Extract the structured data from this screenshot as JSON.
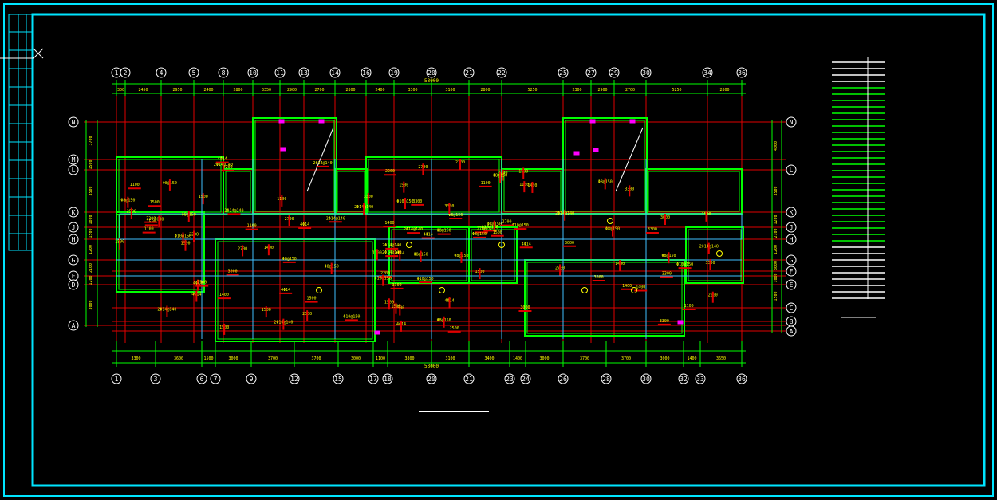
{
  "colors": {
    "background": "#000000",
    "frame": "#00e5ff",
    "grid_red": "#e00000",
    "wall_green": "#00ff00",
    "dim_green": "#00ff00",
    "label_yellow": "#ffff00",
    "white": "#ffffff",
    "magenta": "#ff00ff",
    "beam_cyan": "#40c0ff"
  },
  "top_axes": [
    "1",
    "2",
    "4",
    "5",
    "8",
    "10",
    "11",
    "13",
    "14",
    "16",
    "19",
    "20",
    "21",
    "22",
    "25",
    "27",
    "29",
    "30",
    "34",
    "36"
  ],
  "bottom_axes": [
    "1",
    "3",
    "6",
    "7",
    "9",
    "12",
    "15",
    "17",
    "18",
    "20",
    "21",
    "23",
    "24",
    "26",
    "28",
    "30",
    "32",
    "33",
    "36"
  ],
  "left_axes": [
    "N",
    "M",
    "L",
    "K",
    "J",
    "H",
    "G",
    "F",
    "D",
    "A"
  ],
  "right_axes": [
    "N",
    "L",
    "K",
    "J",
    "H",
    "G",
    "F",
    "E",
    "C",
    "B",
    "A"
  ],
  "top_dims": [
    "300",
    "2450",
    "2950",
    "2400",
    "2800",
    "3350",
    "2900",
    "2700",
    "2800",
    "2400",
    "3300",
    "3100",
    "2800",
    "5250",
    "2300",
    "2900",
    "2700",
    "5250",
    "2800"
  ],
  "bottom_dims": [
    "3300",
    "3600",
    "1500",
    "3000",
    "3700",
    "3700",
    "3000",
    "1100",
    "3800",
    "3100",
    "3400",
    "1400",
    "3000",
    "3700",
    "3700",
    "3000",
    "1400",
    "3650"
  ],
  "total_dim_top": "53000",
  "total_dim_bottom": "53000",
  "left_dims": [
    "3700",
    "1500",
    "3500",
    "1800",
    "1500",
    "1200",
    "2100",
    "1200",
    "3000"
  ],
  "right_dims": [
    "4000",
    "3500",
    "1200",
    "2100",
    "1200",
    "3000",
    "1000",
    "1500"
  ],
  "annotations": [
    "2Φ14@140",
    "Φ8@150",
    "3000",
    "2700",
    "3300",
    "1500",
    "1400",
    "2500",
    "1100",
    "Φ10@150",
    "4Φ14",
    "2200"
  ]
}
